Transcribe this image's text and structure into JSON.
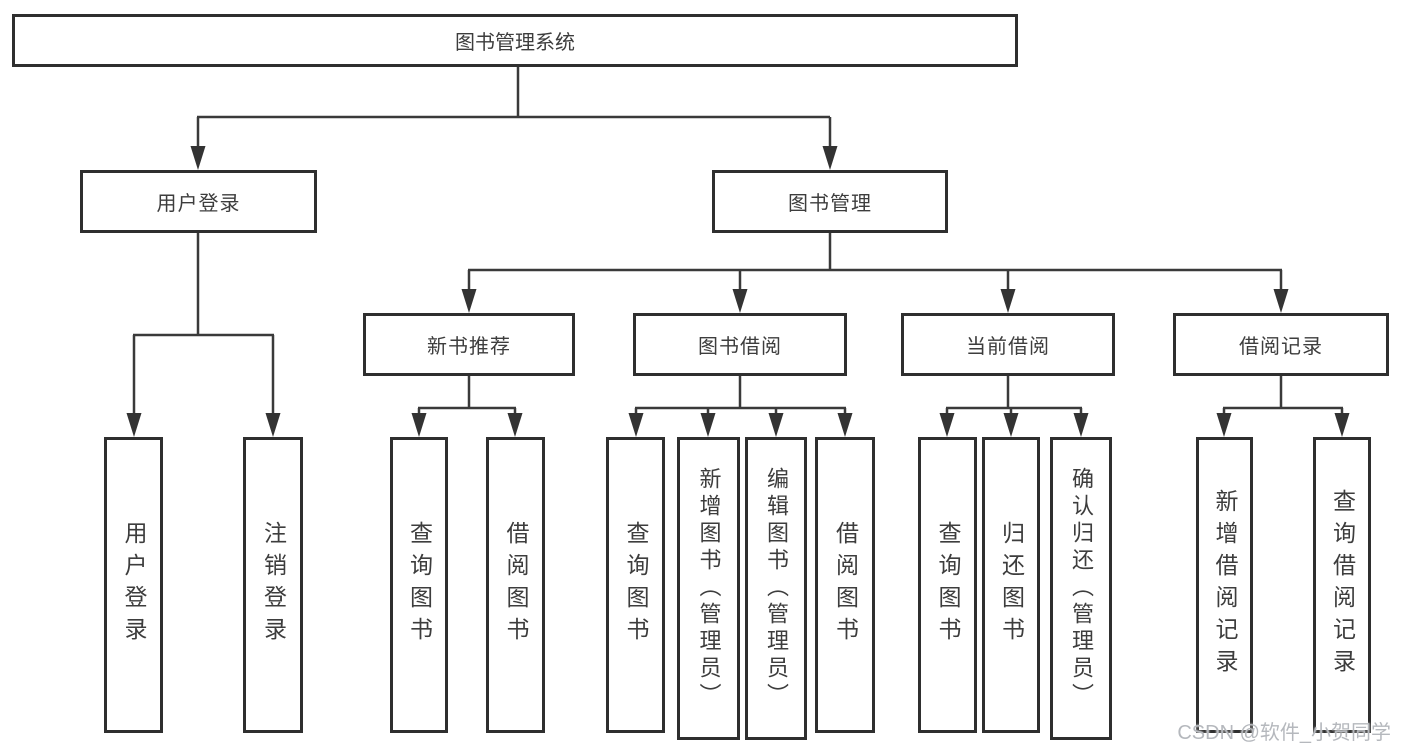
{
  "diagram": {
    "root": "图书管理系统",
    "level2": [
      "用户登录",
      "图书管理"
    ],
    "level3": [
      "新书推荐",
      "图书借阅",
      "当前借阅",
      "借阅记录"
    ],
    "leaves": [
      "用户登录",
      "注销登录",
      "查询图书",
      "借阅图书",
      "查询图书",
      "新增图书（管理员）",
      "编辑图书（管理员）",
      "借阅图书",
      "查询图书",
      "归还图书",
      "确认归还（管理员）",
      "新增借阅记录",
      "查询借阅记录"
    ]
  },
  "watermark": "CSDN @软件_小贺同学",
  "colors": {
    "line": "#3a3a3a",
    "border": "#2f2f2f",
    "text": "#3d3d3d",
    "watermark": "#b5b8bd",
    "background": "#ffffff"
  }
}
